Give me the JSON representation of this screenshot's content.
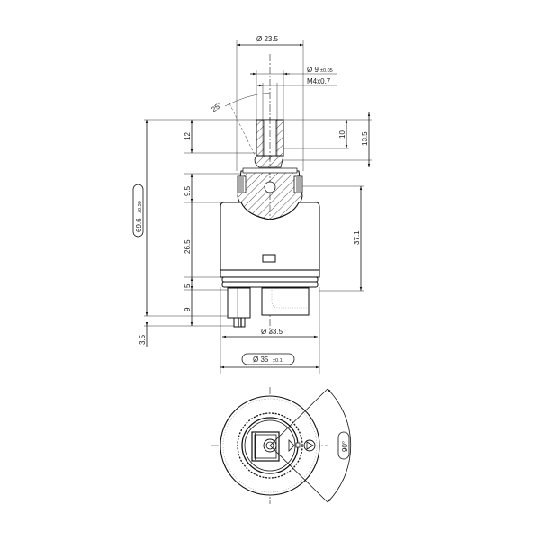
{
  "drawing": {
    "subject": "faucet ceramic cartridge",
    "side_view": {
      "dimensions": {
        "top_diameter": "Ø 23.5",
        "spindle_diameter": "Ø 9",
        "spindle_diameter_tol": "±0.05",
        "thread": "M4x0.7",
        "angle": "25°",
        "spindle_len_12": "12",
        "upper_9_5": "9.5",
        "body_26_5": "26.5",
        "ring_5": "5",
        "base_9": "9",
        "bottom_3_5": "3.5",
        "overall_height": "69.6",
        "overall_height_tol": "±0.30",
        "right_10": "10",
        "right_13_5": "13.5",
        "right_37_1": "37.1",
        "body_diameter": "Ø 33.5",
        "outer_diameter": "Ø 35",
        "outer_diameter_tol": "±0.1"
      }
    },
    "bottom_view": {
      "angle": "90°"
    }
  }
}
